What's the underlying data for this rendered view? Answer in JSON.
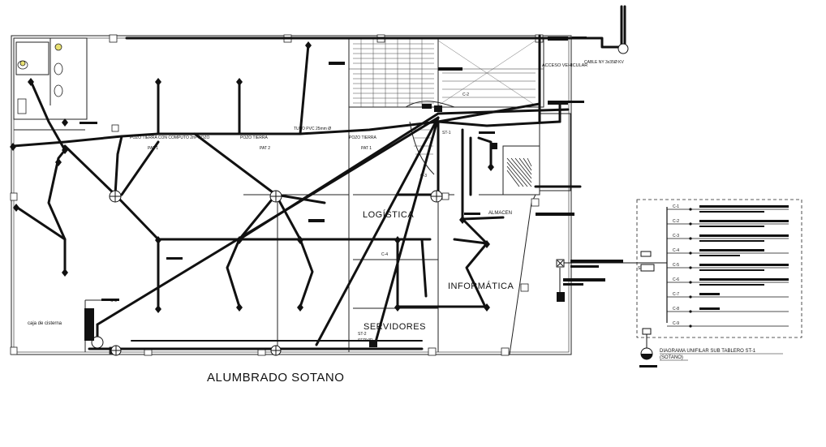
{
  "drawing": {
    "title": "ALUMBRADO SOTANO",
    "rooms": {
      "logistica": "LOGÍSTICA",
      "informatica": "INFORMÁTICA",
      "servidores": "SERVIDORES",
      "almacen": "ALMACEN",
      "caja_cisterna": "caja de cisterna",
      "acceso_vehicular": "ACCESO VEHICULAR"
    },
    "annotations": {
      "tubo_pvc": "TUBO PVC 25mm Ø",
      "pozo_tierra_1": "POZO TIERRA CON COMPUTO 2m² POZO",
      "pozo_tierra_2": "POZO TIERRA",
      "pozo_tierra_3": "POZO TIERRA",
      "pat_1": "PAT 1",
      "pat_2": "PAT 2",
      "pat_3": "PAT 1",
      "st1": "ST-1",
      "st2_a": "ST-2",
      "st2_b": "SERVID",
      "c2": "C-2",
      "c3": "C-3",
      "c4": "C-4",
      "c8": "C-8",
      "std": "ST-1",
      "cable_note": "CABLE NY 3x35Ø KV"
    }
  },
  "single_line_diagram": {
    "title_line1": "DIAGRAMA UNIFILAR SUB TABLERO  ST-1",
    "title_line2": "(SOTANO)",
    "circuits": [
      "C-1",
      "C-2",
      "C-3",
      "C-4",
      "C-5",
      "C-6",
      "C-7",
      "C-8",
      "C-9"
    ]
  }
}
